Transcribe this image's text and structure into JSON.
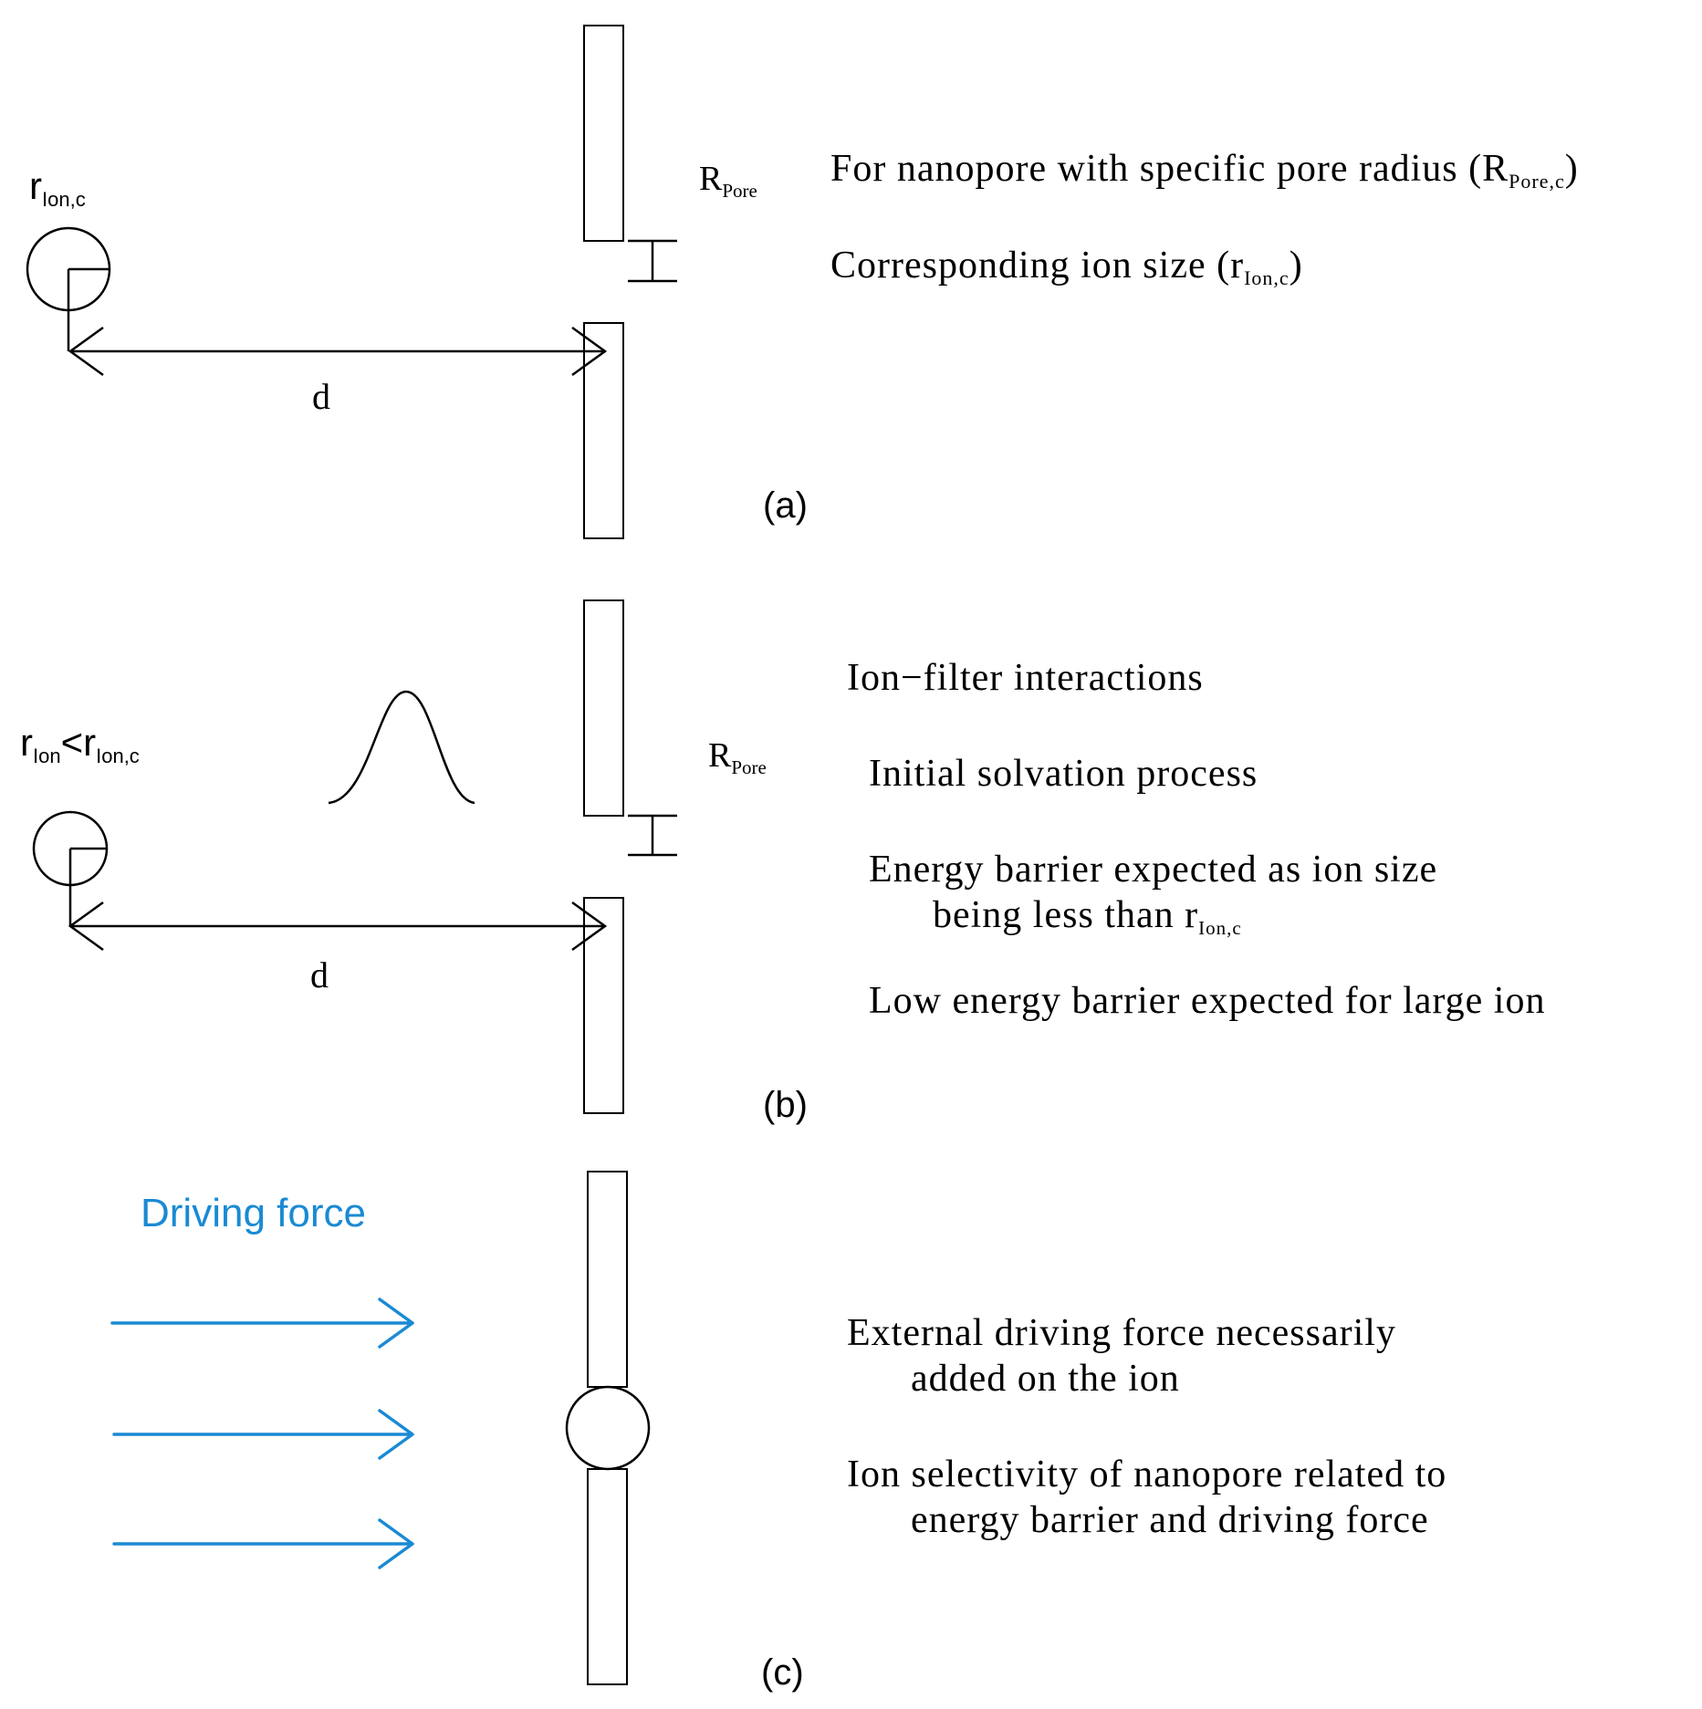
{
  "colors": {
    "ink": "#000000",
    "driving_force": "#1a8ad4"
  },
  "panel_a": {
    "ion_label": {
      "main": "r",
      "sub": "Ion,c"
    },
    "pore_label": {
      "main": "R",
      "sub": "Pore"
    },
    "distance_label": "d",
    "text_1": {
      "pre": "For nanopore with specific pore radius (R",
      "sub": "Pore,c",
      "post": ")"
    },
    "text_2": {
      "pre": "Corresponding ion size (r",
      "sub": "Ion,c",
      "post": ")"
    },
    "panel_label": "(a)"
  },
  "panel_b": {
    "ion_label": {
      "m1": "r",
      "s1": "Ion",
      "mid": "<r",
      "s2": "Ion,c"
    },
    "pore_label": {
      "main": "R",
      "sub": "Pore"
    },
    "distance_label": "d",
    "text_1": "Ion−filter interactions",
    "text_2": "Initial solvation process",
    "text_3a": "Energy barrier expected as ion size",
    "text_3b": {
      "pre": "being less than r",
      "sub": "Ion,c"
    },
    "text_4": "Low energy barrier expected for large ion",
    "panel_label": "(b)"
  },
  "panel_c": {
    "driving_force_label": "Driving force",
    "text_1a": "External driving force necessarily",
    "text_1b": "added on the ion",
    "text_2a": "Ion selectivity of  nanopore related to",
    "text_2b": "energy barrier and driving force",
    "panel_label": "(c)"
  }
}
